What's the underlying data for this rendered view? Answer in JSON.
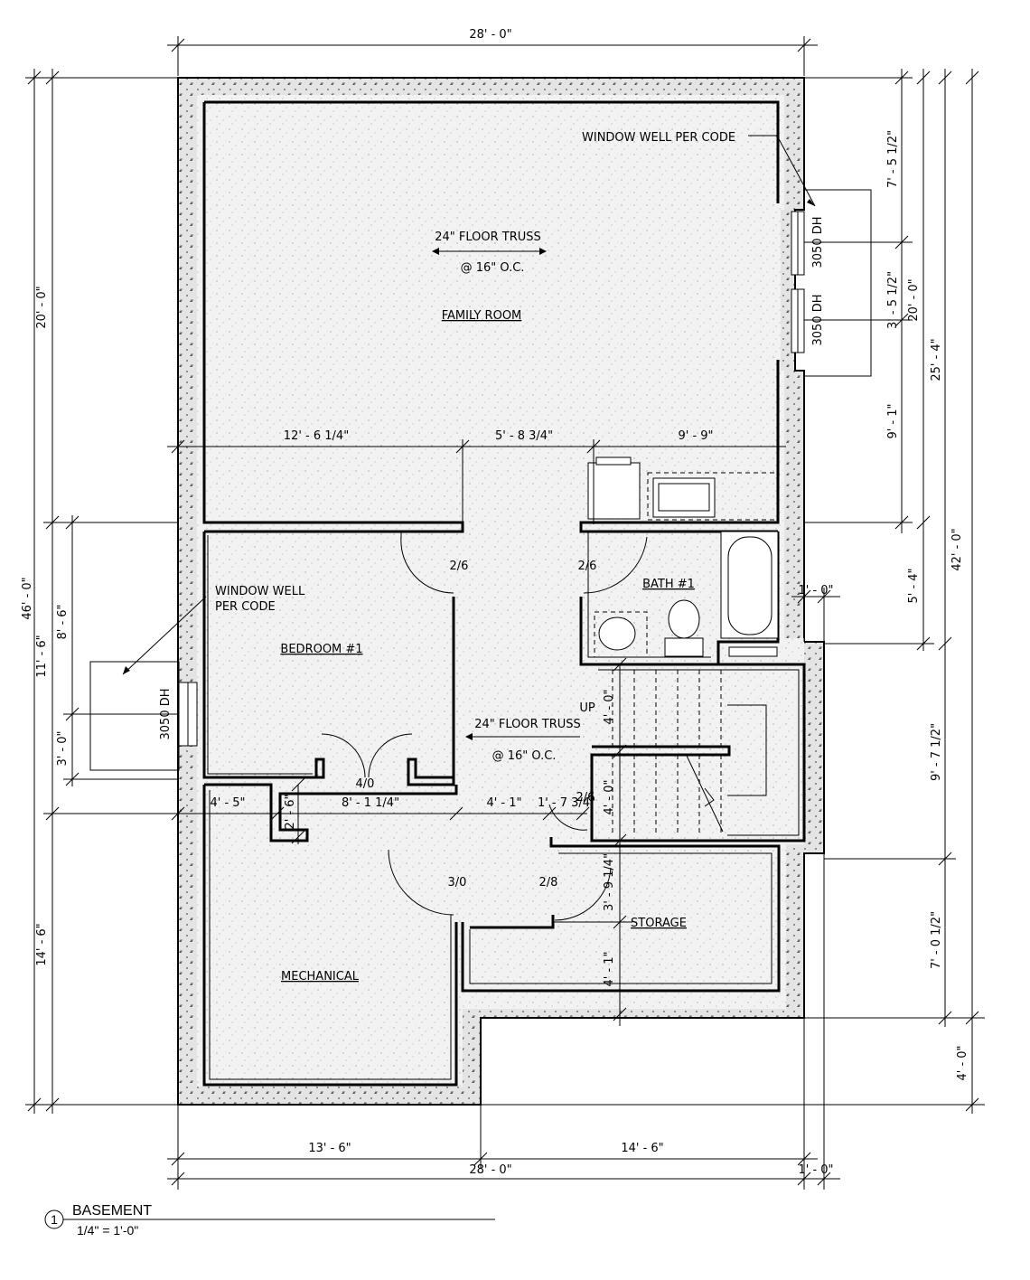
{
  "drawing": {
    "title": "BASEMENT",
    "scale": "1/4\" = 1'-0\"",
    "number": "1"
  },
  "rooms": {
    "family_room": "FAMILY ROOM",
    "bedroom": "BEDROOM #1",
    "bath": "BATH #1",
    "mechanical": "MECHANICAL",
    "storage": "STORAGE"
  },
  "notes": {
    "truss_top": "24\" FLOOR TRUSS",
    "truss_top_oc": "@ 16\" O.C.",
    "truss_mid": "24\" FLOOR TRUSS",
    "truss_mid_oc": "@ 16\" O.C.",
    "window_well_top": "WINDOW WELL PER CODE",
    "window_well_left_1": "WINDOW WELL",
    "window_well_left_2": "PER CODE",
    "window_1": "3050 DH",
    "window_2": "3050 DH",
    "window_3": "3050 DH",
    "stair_up": "UP"
  },
  "doors": {
    "bed_entry": "2/6",
    "bath_entry": "2/6",
    "closet": "4/0",
    "stair": "2/6",
    "mech": "3/0",
    "storage": "2/8"
  },
  "dimensions": {
    "top_overall": "28' - 0\"",
    "left_overall": "46' - 0\"",
    "left_upper": "20' - 0\"",
    "left_mid": "11' - 6\"",
    "left_lower": "14' - 6\"",
    "left_bed_a": "8' - 6\"",
    "left_bed_b": "3' - 0\"",
    "right_win_a": "7' - 5 1/2\"",
    "right_win_b": "3' - 5 1/2\"",
    "right_win_c": "9' - 1\"",
    "right_twenty": "20' - 0\"",
    "right_25": "25' - 4\"",
    "right_42": "42' - 0\"",
    "right_54": "5' - 4\"",
    "right_97": "9' - 7 1/2\"",
    "right_70": "7' - 0 1/2\"",
    "right_40": "4' - 0\"",
    "bump_width": "1' - 0\"",
    "mid_a": "12' - 6 1/4\"",
    "mid_b": "5' - 8 3/4\"",
    "mid_c": "9' - 9\"",
    "hall_a": "4' - 5\"",
    "hall_b": "8' - 1 1/4\"",
    "hall_c": "4' - 1\"",
    "hall_d": "1' - 7 3/4\"",
    "hall_e": "2' - 6\"",
    "stair_a": "4' - 0\"",
    "stair_b": "4' - 0\"",
    "stor_a": "3' - 9 1/4\"",
    "stor_b": "4' - 1\"",
    "bottom_a": "13' - 6\"",
    "bottom_b": "14' - 6\"",
    "bottom_overall": "28' - 0\"",
    "bottom_bump": "1' - 0\""
  }
}
